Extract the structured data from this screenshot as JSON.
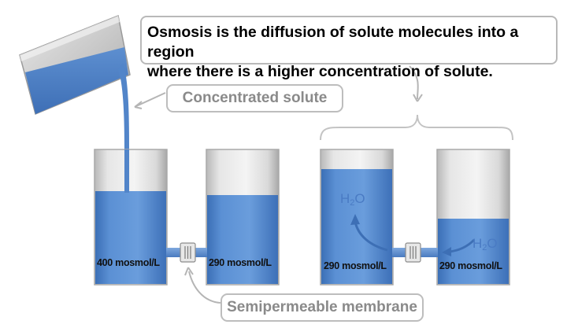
{
  "definition": {
    "line1": "Osmosis is the diffusion of solute molecules into a region",
    "line2": "where there is a higher concentration of solute."
  },
  "labels": {
    "concentrated_solute": "Concentrated solute",
    "semipermeable_membrane": "Semipermeable membrane"
  },
  "beakers": [
    {
      "concentration": "400 mosmol/L"
    },
    {
      "concentration": "290 mosmol/L"
    },
    {
      "concentration": "290 mosmol/L"
    },
    {
      "concentration": "290 mosmol/L"
    }
  ],
  "water": {
    "main": "H",
    "sub": "2",
    "tail": "O"
  },
  "colors": {
    "fluid": "#4f86cc",
    "fluid_light": "#7aa6dc",
    "arrow": "#3d6fb5",
    "border": "#bdbdbd"
  }
}
